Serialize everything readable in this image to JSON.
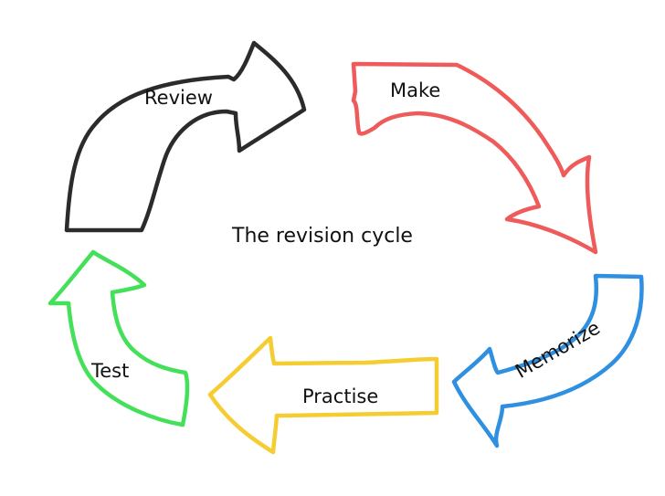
{
  "diagram": {
    "title": "The revision cycle",
    "steps": [
      {
        "label": "Review",
        "color": "#2b2b2b",
        "icon": "curved-arrow-up-right-icon"
      },
      {
        "label": "Make",
        "color": "#ef5b5b",
        "icon": "curved-arrow-down-right-icon"
      },
      {
        "label": "Memorize",
        "color": "#2f8fe0",
        "icon": "curved-arrow-down-left-icon"
      },
      {
        "label": "Practise",
        "color": "#f5cd32",
        "icon": "arrow-left-icon"
      },
      {
        "label": "Test",
        "color": "#44e05a",
        "icon": "curved-arrow-up-icon"
      }
    ]
  }
}
